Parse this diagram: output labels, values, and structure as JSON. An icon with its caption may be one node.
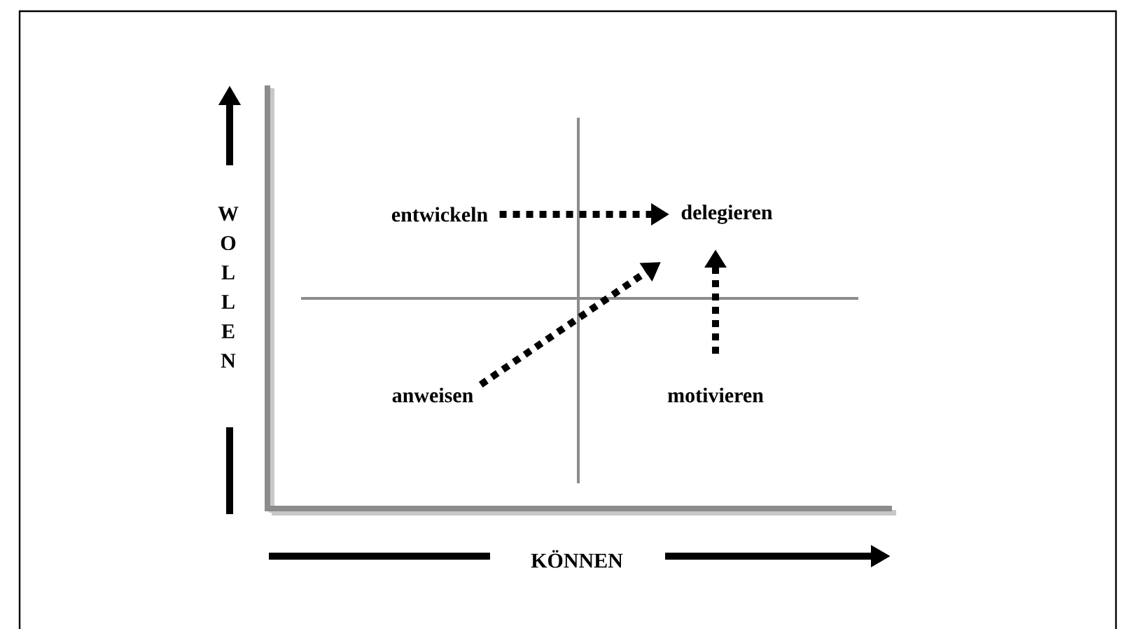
{
  "diagram": {
    "nodes": [
      {
        "text": [
          "entwickeln"
        ]
      },
      {
        "text": [
          "delegieren"
        ]
      },
      {
        "text": [
          "anweisen"
        ]
      },
      {
        "text": [
          "motivieren"
        ]
      }
    ],
    "edges": [
      {
        "from": 0,
        "to": 1,
        "arrow": "to"
      },
      {
        "from": 2,
        "to": 1,
        "arrow": "to"
      },
      {
        "from": 3,
        "to": 1,
        "arrow": "to"
      }
    ],
    "labels": [
      "WOLLEN",
      "KÖNNEN"
    ]
  }
}
